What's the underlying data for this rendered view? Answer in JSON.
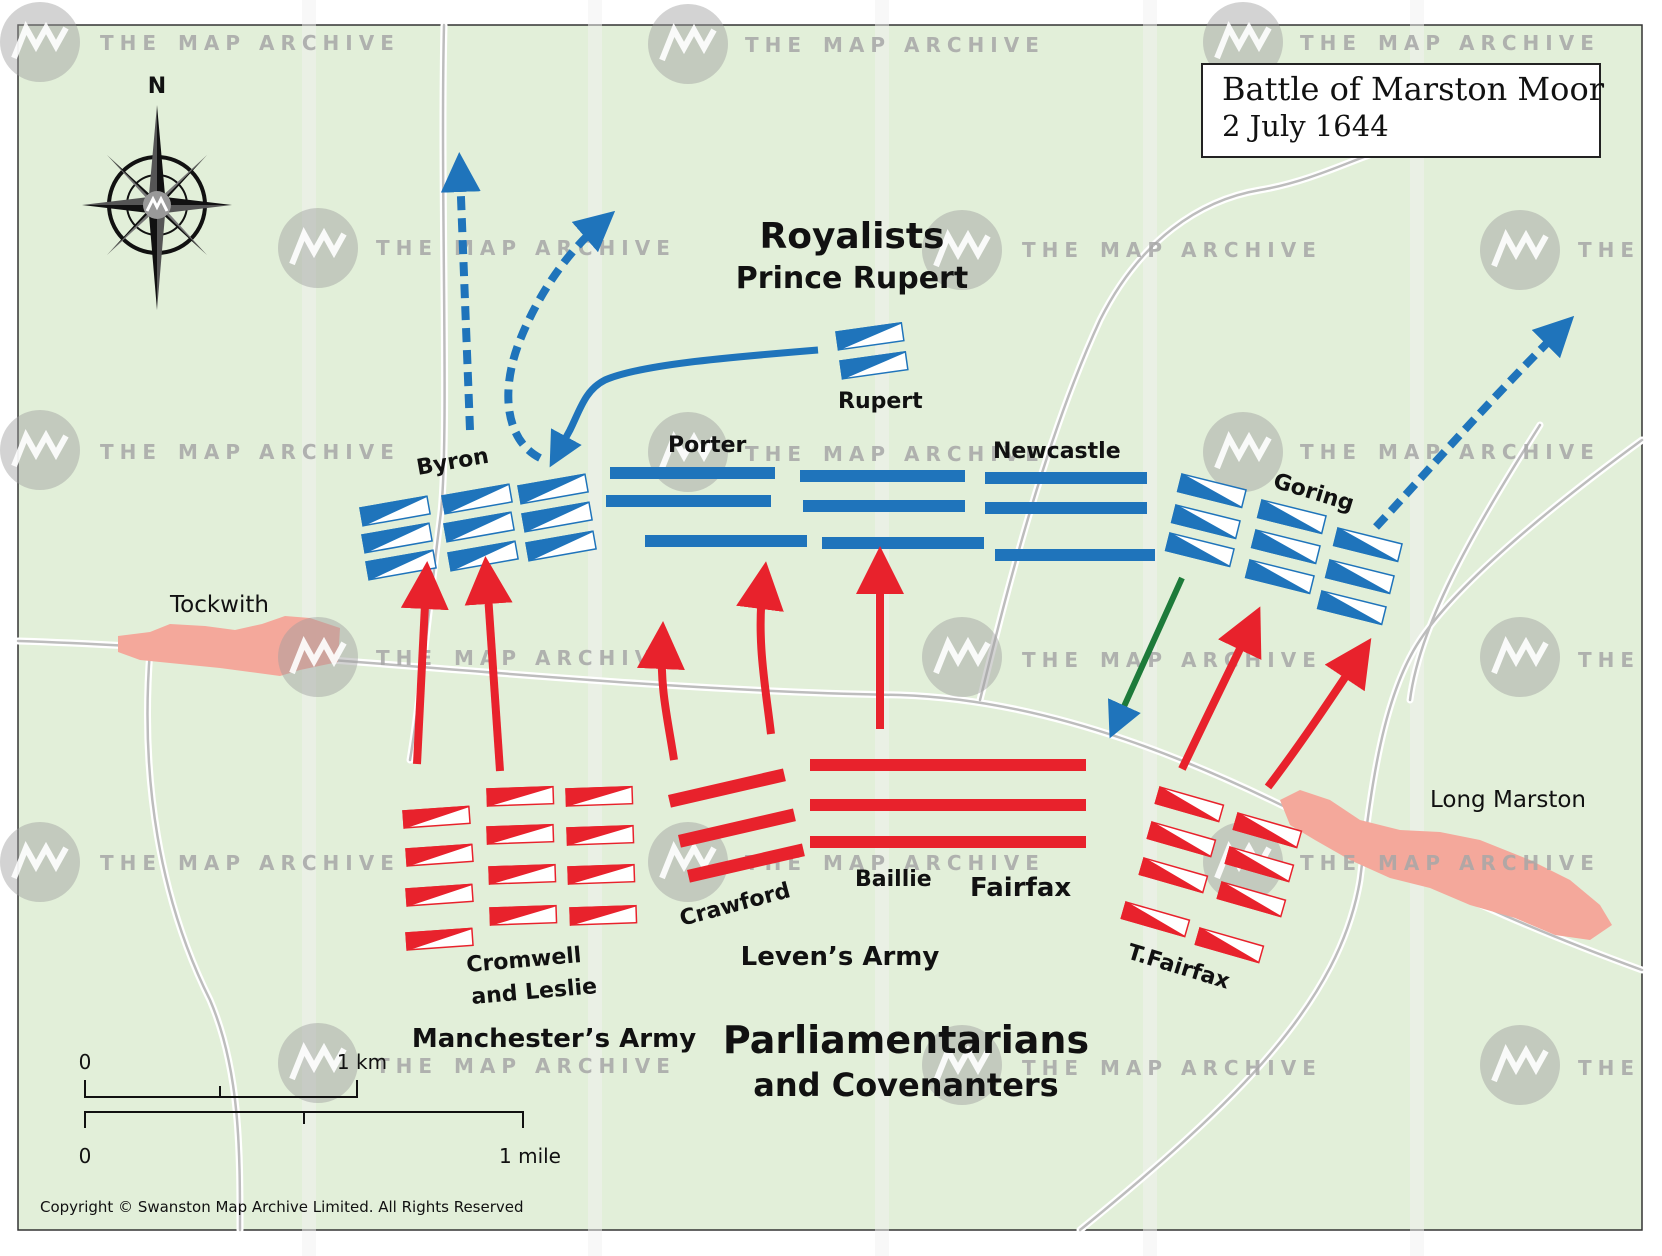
{
  "title": {
    "line1": "Battle of Marston Moor",
    "line2": "2 July 1644"
  },
  "compass": {
    "north_label": "N"
  },
  "factions": {
    "royalists": {
      "name": "Royalists",
      "commander": "Prince Rupert",
      "color": "#1f74bb"
    },
    "parliament": {
      "name_line1": "Parliamentarians",
      "name_line2": "and Covenanters",
      "color": "#e8222c"
    }
  },
  "units": {
    "byron": "Byron",
    "porter": "Porter",
    "rupert": "Rupert",
    "newcastle": "Newcastle",
    "goring": "Goring",
    "cromwell_line1": "Cromwell",
    "cromwell_line2": "and Leslie",
    "crawford": "Crawford",
    "baillie": "Baillie",
    "fairfax": "Fairfax",
    "t_fairfax": "T.Fairfax"
  },
  "armies": {
    "manchester": "Manchester’s Army",
    "leven": "Leven’s Army"
  },
  "places": {
    "tockwith": "Tockwith",
    "long_marston": "Long Marston"
  },
  "scale": {
    "km_zero": "0",
    "km_label": "1 km",
    "mile_zero": "0",
    "mile_label": "1 mile"
  },
  "watermark": {
    "prefix": "THE",
    "brand": "MAP ARCHIVE"
  },
  "copyright": "Copyright © Swanston Map Archive Limited. All Rights Reserved",
  "colors": {
    "land": "#e2efd9",
    "village": "#f4a89b",
    "counterattack": "#1d7a3a",
    "road": "#bfbfbf"
  }
}
